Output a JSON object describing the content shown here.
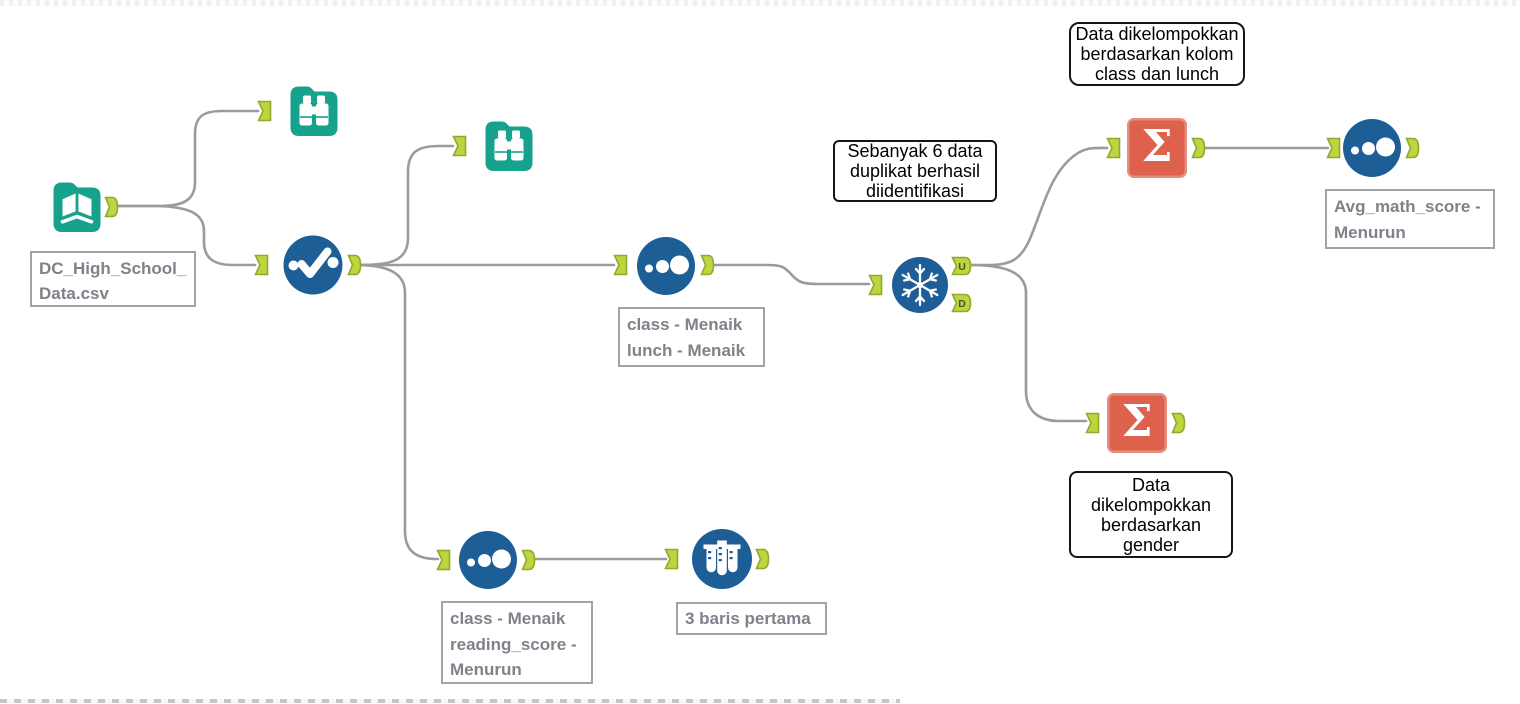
{
  "colors": {
    "tool_teal": "#16A28C",
    "tool_blue": "#1E5E96",
    "summarize_red": "#DD614D",
    "anchor_green": "#BCD63F",
    "anchor_border": "#8FA92C",
    "wire_gray": "#9B9B9B",
    "annotation_text": "#7F828A",
    "annotation_border": "#A3A3A3",
    "comment_border": "#161616",
    "comment_text": "#000000"
  },
  "icons": {
    "summarize_glyph": "Σ",
    "unique_u": "U",
    "unique_d": "D"
  },
  "tools": {
    "input_data": {
      "annotation": {
        "line1": "DC_High_School_",
        "line2": "Data.csv"
      }
    },
    "sort_class_lunch": {
      "annotation": {
        "line1": "class - Menaik",
        "line2": "lunch - Menaik"
      }
    },
    "sort_avg_math": {
      "annotation": {
        "line1": "Avg_math_score -",
        "line2": "Menurun"
      }
    },
    "sort_class_reading": {
      "annotation": {
        "line1": "class - Menaik",
        "line2": "reading_score -",
        "line3": "Menurun"
      }
    },
    "sample_first_rows": {
      "annotation": {
        "line1": "3 baris pertama"
      }
    }
  },
  "comments": {
    "duplicates_identified": {
      "line1": "Sebanyak 6 data",
      "line2": "duplikat berhasil",
      "line3": "diidentifikasi"
    },
    "grouped_by_class_lunch": {
      "line1": "Data dikelompokkan",
      "line2": "berdasarkan kolom",
      "line3": "class dan lunch"
    },
    "grouped_by_gender": {
      "line1": "Data",
      "line2": "dikelompokkan",
      "line3": "berdasarkan",
      "line4": "gender"
    }
  }
}
